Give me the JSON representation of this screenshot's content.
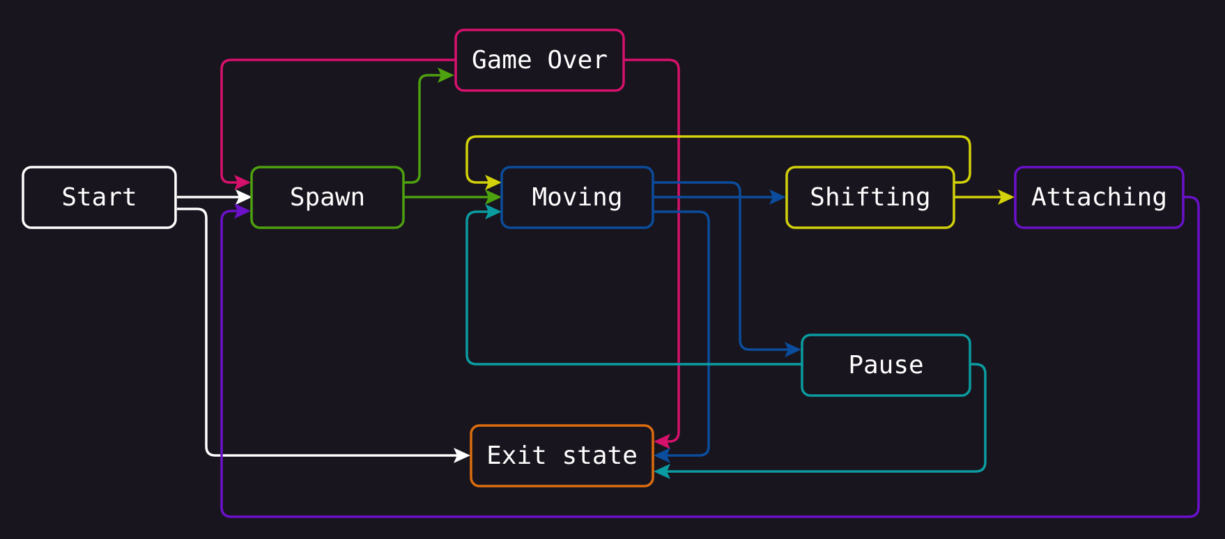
{
  "diagram": {
    "nodes": {
      "start": {
        "label": "Start",
        "color": "#ffffff"
      },
      "spawn": {
        "label": "Spawn",
        "color": "#4ea10f"
      },
      "game_over": {
        "label": "Game Over",
        "color": "#d6116b"
      },
      "moving": {
        "label": "Moving",
        "color": "#0b4d9c"
      },
      "shifting": {
        "label": "Shifting",
        "color": "#d2d10a"
      },
      "attaching": {
        "label": "Attaching",
        "color": "#6a11c9"
      },
      "pause": {
        "label": "Pause",
        "color": "#0a9ca0"
      },
      "exit_state": {
        "label": "Exit state",
        "color": "#dc6c0f"
      }
    },
    "edges": [
      {
        "from": "start",
        "to": "spawn"
      },
      {
        "from": "start",
        "to": "exit_state"
      },
      {
        "from": "spawn",
        "to": "game_over"
      },
      {
        "from": "spawn",
        "to": "moving"
      },
      {
        "from": "game_over",
        "to": "spawn"
      },
      {
        "from": "game_over",
        "to": "exit_state"
      },
      {
        "from": "moving",
        "to": "shifting"
      },
      {
        "from": "moving",
        "to": "pause"
      },
      {
        "from": "moving",
        "to": "exit_state"
      },
      {
        "from": "shifting",
        "to": "moving"
      },
      {
        "from": "shifting",
        "to": "attaching"
      },
      {
        "from": "attaching",
        "to": "spawn"
      },
      {
        "from": "pause",
        "to": "moving"
      },
      {
        "from": "pause",
        "to": "exit_state"
      }
    ]
  }
}
